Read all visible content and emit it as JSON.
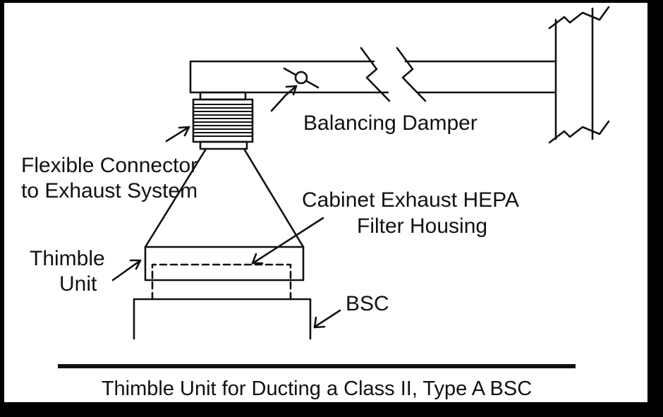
{
  "labels": {
    "balancing_damper": "Balancing Damper",
    "flexible_connector_line1": "Flexible Connector",
    "flexible_connector_line2": "to Exhaust System",
    "hepa_housing_line1": "Cabinet Exhaust HEPA",
    "hepa_housing_line2": "Filter Housing",
    "thimble_line1": "Thimble",
    "thimble_line2": "Unit",
    "bsc": "BSC"
  },
  "caption": "Thimble Unit for Ducting a Class II, Type A BSC",
  "colors": {
    "background": "#ffffff",
    "frame": "#000000",
    "ink": "#111111"
  }
}
